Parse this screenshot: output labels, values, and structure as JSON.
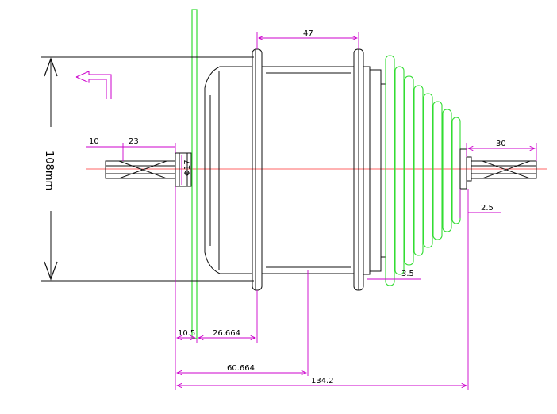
{
  "colors": {
    "outline": "#111111",
    "dimension": "#cc00cc",
    "cassette": "#33dd33",
    "center_line": "#ff3333",
    "background": "#ffffff"
  },
  "dimensions": {
    "flange_spacing": "47",
    "overall_diameter": "108mm",
    "axle_end_left": "10",
    "axle_step_left": "23",
    "axle_diameter": "Φ17",
    "axle_end_right": "30",
    "right_offset": "2.5",
    "cassette_gap": "3.5",
    "left_offset": "10.5",
    "left_flange": "26.664",
    "center_offset": "60.664",
    "over_locknut": "134.2"
  },
  "icons": {
    "direction_arrow": "arrow-left-icon"
  }
}
